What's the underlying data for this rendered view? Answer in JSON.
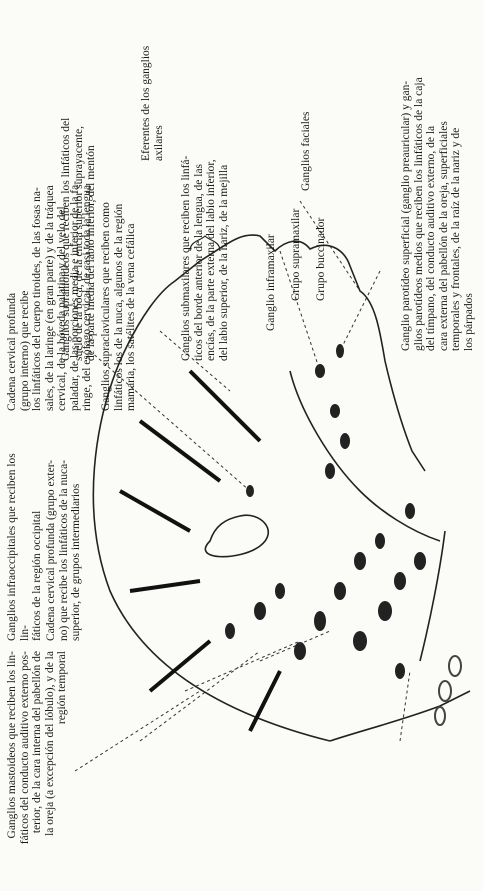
{
  "labels": {
    "mastoid": "Ganglios mastoideos que reciben los lin-\nfáticos del conducto auditivo externo pos-\nterior, de la cara interna del pabellón de\nla oreja (a excepción del lóbulo), y de la\nregión temporal",
    "infraoccipital": "Ganglios infraoccipitales que reciben los lin-\nfáticos de la región occipital",
    "cervical_external": "Cadena cervical profunda (grupo exter-\nno) que recibe los linfáticos de la nuca-\nsuperior, de grupos intermediarios",
    "cervical_internal": "Cadena cervical profunda\n(grupo interno) que recibe\nlos linfáticos del cuerpo tiroides, de las fosas na-\nsales, de la laringe (en gran parte) y de la tráquea\ncervical, de la bóveda palatina y del velo del\npaladar, de las porciones media e inferior de la fa-\nringe, del esófago cervical, de casi toda la lengua",
    "supraclavicular": "Ganglios supraclaviculares que reciben como\nlinfáticos los de la nuca, algunos de la región\nmamaria, los satélites de la vena cefálica",
    "axillary": "Eferentes de los ganglios axilares",
    "parotid": "Ganglio parotídeo superficial (ganglio preauricular) y gan-\nglios parotídeos medios que reciben los linfáticos de la caja\ndel tímpano, del conducto auditivo externo, de la\ncara externa del pabellón de la oreja, superficiales\ntemporales y frontales, de la raíz de la nariz y de\nlos párpados",
    "buccinator": "Grupo buccinador",
    "supramaxillary": "Grupo supramaxilar",
    "facial": "Ganglios faciales",
    "inframaxillary": "Ganglio inframaxilar",
    "submaxillary": "Ganglios submaxilares que reciben los linfá-\nticos del borde anterior de la lengua, de las\nencías, de la parte externa del labio inferior,\ndel labio superior, de la nariz, de la mejilla",
    "suprahyoid": "Ganglios suprahioideos que reciben los linfáticos del\nsuelo de la boca, de la encía superior suprayacente,\nde la parte media del labio inferior, del mentón"
  }
}
